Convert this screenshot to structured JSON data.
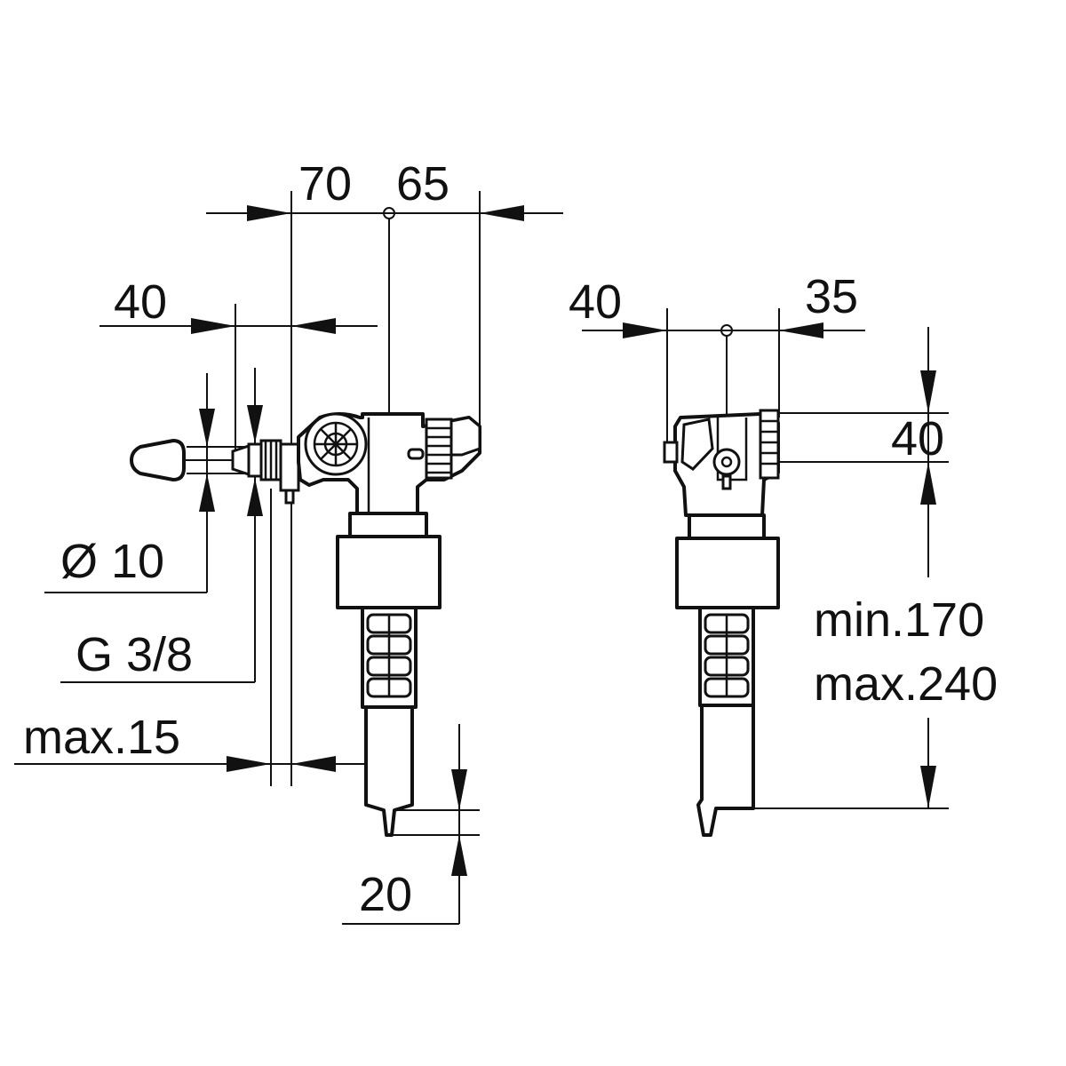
{
  "drawing": {
    "type": "technical-dimension-drawing",
    "colors": {
      "ink": "#111111",
      "paper": "#ffffff"
    }
  },
  "labels": {
    "dim_70": "70",
    "dim_65": "65",
    "dim_40_left": "40",
    "dim_diameter_10": "Ø 10",
    "dim_thread": "G 3/8",
    "dim_max_15": "max.15",
    "dim_20": "20",
    "dim_40_right_top": "40",
    "dim_35": "35",
    "dim_40_right_side": "40",
    "dim_min_170": "min.170",
    "dim_max_240": "max.240"
  }
}
